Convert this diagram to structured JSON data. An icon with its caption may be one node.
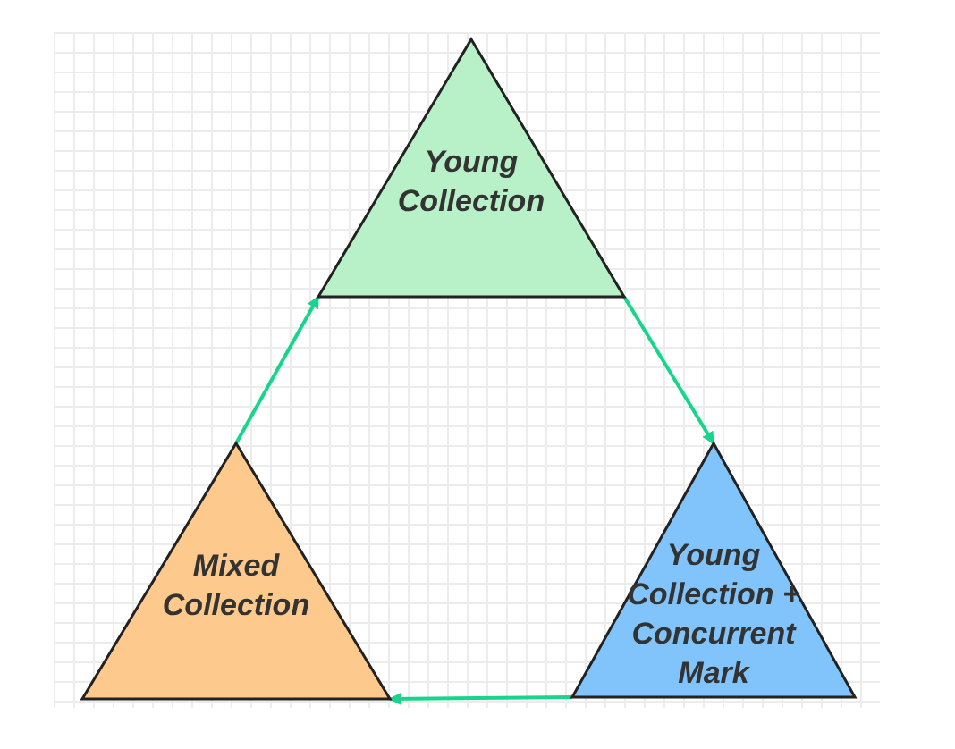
{
  "diagram": {
    "nodes": [
      {
        "text": [
          "Young Collection"
        ]
      },
      {
        "text": [
          "Young Collection + Concurrent Mark"
        ]
      },
      {
        "text": [
          "Mixed Collection"
        ]
      }
    ],
    "edges": [
      {
        "from": 0,
        "to": 1,
        "arrow": "to"
      },
      {
        "from": 1,
        "to": 2,
        "arrow": "to"
      },
      {
        "from": 2,
        "to": 0,
        "arrow": "to"
      }
    ]
  }
}
